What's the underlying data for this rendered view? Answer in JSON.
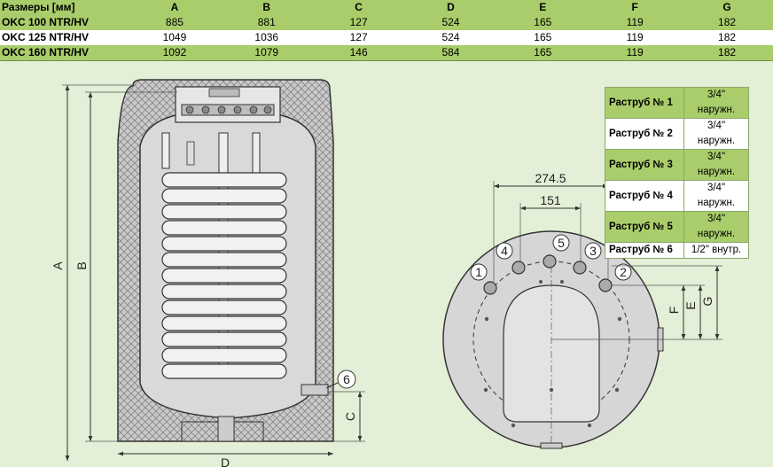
{
  "table": {
    "headers": [
      "Размеры [мм]",
      "A",
      "B",
      "C",
      "D",
      "E",
      "F",
      "G"
    ],
    "rows": [
      [
        "OKC 100 NTR/HV",
        "885",
        "881",
        "127",
        "524",
        "165",
        "119",
        "182"
      ],
      [
        "OKC 125 NTR/HV",
        "1049",
        "1036",
        "127",
        "524",
        "165",
        "119",
        "182"
      ],
      [
        "OKC 160 NTR/HV",
        "1092",
        "1079",
        "146",
        "584",
        "165",
        "119",
        "182"
      ]
    ]
  },
  "connections": [
    {
      "label": "Раструб № 1",
      "value": "3/4\" наружн."
    },
    {
      "label": "Раструб № 2",
      "value": "3/4\" наружн."
    },
    {
      "label": "Раструб № 3",
      "value": "3/4\" наружн."
    },
    {
      "label": "Раструб № 4",
      "value": "3/4\" наружн."
    },
    {
      "label": "Раструб № 5",
      "value": "3/4\" наружн."
    },
    {
      "label": "Раструб № 6",
      "value": "1/2\" внутр."
    }
  ],
  "side_view": {
    "dim_labels": {
      "A": "A",
      "B": "B",
      "C": "C",
      "D": "D"
    },
    "callout_6": "6"
  },
  "top_view": {
    "dim_outer": "274.5",
    "dim_inner": "151",
    "dim_labels": {
      "E": "E",
      "F": "F",
      "G": "G"
    },
    "callouts": [
      "1",
      "2",
      "3",
      "4",
      "5"
    ]
  },
  "colors": {
    "row_green": "#a9cd6a",
    "background": "#e3efd6"
  }
}
